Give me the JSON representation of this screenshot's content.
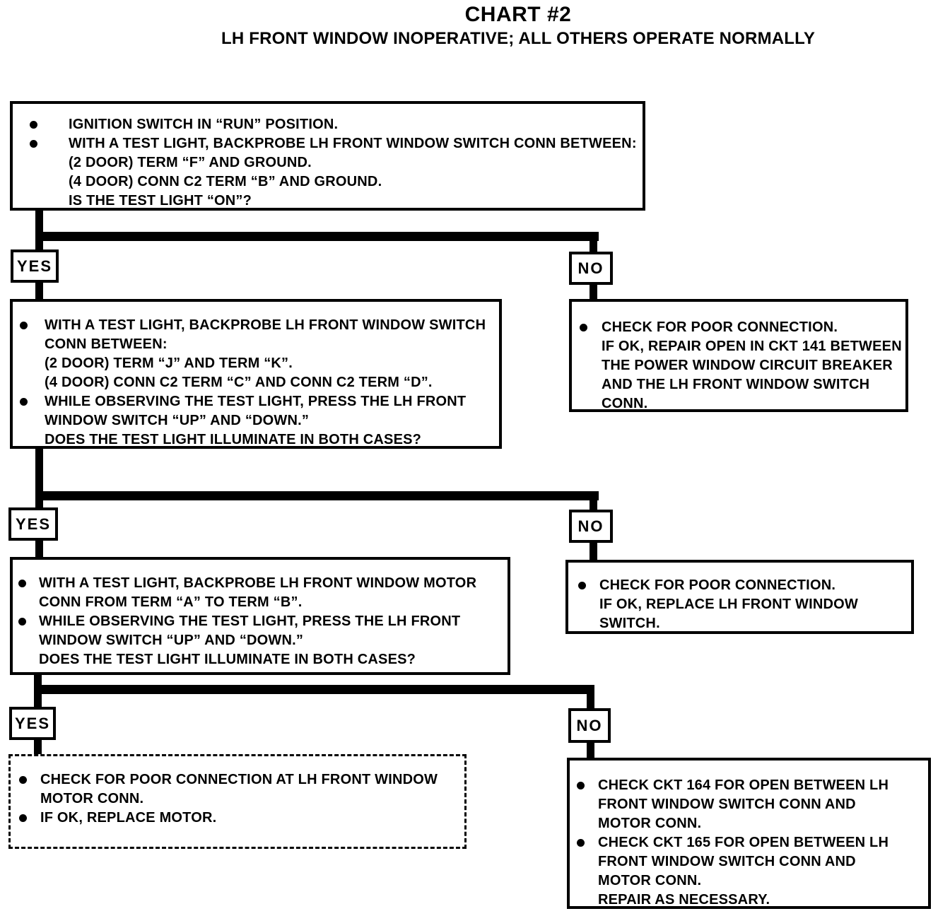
{
  "title": "CHART #2",
  "subtitle": "LH FRONT WINDOW INOPERATIVE; ALL OTHERS OPERATE NORMALLY",
  "labels": {
    "yes": "YES",
    "no": "NO"
  },
  "colors": {
    "ink": "#000000",
    "paper": "#ffffff"
  },
  "boxes": {
    "step1": {
      "bullets": [
        {
          "lines": [
            "IGNITION SWITCH IN “RUN” POSITION."
          ]
        },
        {
          "lines": [
            "WITH A TEST LIGHT, BACKPROBE LH FRONT WINDOW SWITCH CONN BETWEEN:",
            "(2 DOOR) TERM “F” AND GROUND.",
            "(4 DOOR) CONN C2 TERM “B” AND GROUND.",
            "IS THE TEST LIGHT “ON”?"
          ]
        }
      ]
    },
    "step2": {
      "bullets": [
        {
          "lines": [
            "WITH A TEST LIGHT, BACKPROBE LH FRONT WINDOW SWITCH",
            "CONN BETWEEN:",
            "(2 DOOR) TERM “J” AND TERM “K”.",
            "(4 DOOR) CONN C2 TERM “C” AND CONN C2 TERM “D”."
          ]
        },
        {
          "lines": [
            "WHILE OBSERVING THE TEST LIGHT, PRESS THE LH FRONT",
            "WINDOW SWITCH “UP” AND “DOWN.”",
            "DOES THE TEST LIGHT ILLUMINATE IN BOTH CASES?"
          ]
        }
      ]
    },
    "no_result1": {
      "bullets": [
        {
          "lines": [
            "CHECK FOR POOR CONNECTION.",
            "IF OK, REPAIR OPEN IN CKT 141 BETWEEN",
            "THE POWER WINDOW CIRCUIT BREAKER",
            "AND THE LH FRONT WINDOW SWITCH",
            "CONN."
          ]
        }
      ]
    },
    "step3": {
      "bullets": [
        {
          "lines": [
            "WITH A TEST LIGHT, BACKPROBE LH FRONT WINDOW MOTOR",
            "CONN FROM TERM “A” TO TERM “B”."
          ]
        },
        {
          "lines": [
            "WHILE OBSERVING THE TEST LIGHT, PRESS THE LH FRONT",
            "WINDOW SWITCH “UP” AND “DOWN.”",
            "DOES THE TEST LIGHT ILLUMINATE IN BOTH CASES?"
          ]
        }
      ]
    },
    "no_result2": {
      "bullets": [
        {
          "lines": [
            "CHECK FOR POOR CONNECTION.",
            "IF OK, REPLACE LH FRONT WINDOW",
            "SWITCH."
          ]
        }
      ]
    },
    "yes_result3": {
      "bullets": [
        {
          "lines": [
            "CHECK FOR POOR CONNECTION AT LH FRONT WINDOW",
            "MOTOR CONN."
          ]
        },
        {
          "lines": [
            "IF OK, REPLACE MOTOR."
          ]
        }
      ]
    },
    "no_result3": {
      "bullets": [
        {
          "lines": [
            "CHECK CKT 164 FOR OPEN BETWEEN LH",
            "FRONT WINDOW SWITCH CONN AND",
            "MOTOR CONN."
          ]
        },
        {
          "lines": [
            "CHECK CKT 165 FOR OPEN BETWEEN LH",
            "FRONT WINDOW SWITCH CONN AND",
            "MOTOR CONN.",
            "REPAIR AS NECESSARY."
          ]
        }
      ]
    }
  }
}
